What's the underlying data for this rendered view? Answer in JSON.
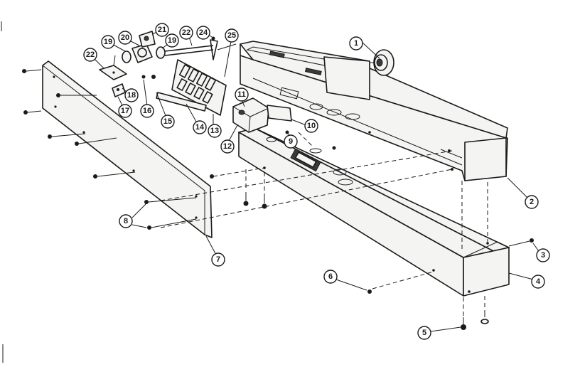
{
  "callouts": [
    {
      "id": "1",
      "label": "1"
    },
    {
      "id": "2",
      "label": "2"
    },
    {
      "id": "3",
      "label": "3"
    },
    {
      "id": "4",
      "label": "4"
    },
    {
      "id": "5",
      "label": "5"
    },
    {
      "id": "6",
      "label": "6"
    },
    {
      "id": "7",
      "label": "7"
    },
    {
      "id": "8",
      "label": "8"
    },
    {
      "id": "9",
      "label": "9"
    },
    {
      "id": "10",
      "label": "10"
    },
    {
      "id": "11",
      "label": "11"
    },
    {
      "id": "12",
      "label": "12"
    },
    {
      "id": "13",
      "label": "13"
    },
    {
      "id": "14",
      "label": "14"
    },
    {
      "id": "15",
      "label": "15"
    },
    {
      "id": "16",
      "label": "16"
    },
    {
      "id": "17",
      "label": "17"
    },
    {
      "id": "18",
      "label": "18"
    },
    {
      "id": "19a",
      "label": "19"
    },
    {
      "id": "19b",
      "label": "19"
    },
    {
      "id": "20",
      "label": "20"
    },
    {
      "id": "21",
      "label": "21"
    },
    {
      "id": "22a",
      "label": "22"
    },
    {
      "id": "22b",
      "label": "22"
    },
    {
      "id": "24",
      "label": "24"
    },
    {
      "id": "25",
      "label": "25"
    }
  ]
}
